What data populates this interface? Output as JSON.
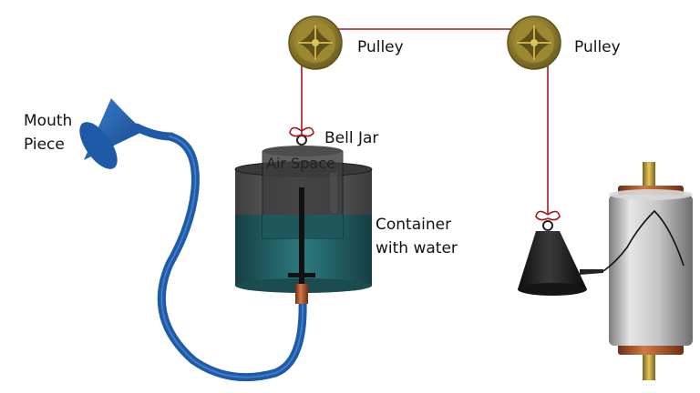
{
  "labels": {
    "pulley_left": "Pulley",
    "pulley_right": "Pulley",
    "mouth_line1": "Mouth",
    "mouth_line2": "Piece",
    "bell_jar": "Bell Jar",
    "air_space": "Air Space",
    "container_line1": "Container",
    "container_line2": "with water"
  },
  "colors": {
    "pulley": "#8a7a2e",
    "pulley_dark": "#5e5218",
    "string": "#a31a1a",
    "water": "#1f6f73",
    "container": "#4a4a4a",
    "tube": "#1e5aa8",
    "mouthpiece": "#1e5aa8",
    "weight": "#1c1c1c",
    "drum": "#bfbfbf",
    "copper": "#a8552a",
    "axle": "#c2a23a"
  },
  "icons": {
    "pulley": "pulley-wheel-icon",
    "weight": "cone-weight-icon",
    "drum": "recording-drum-icon"
  }
}
